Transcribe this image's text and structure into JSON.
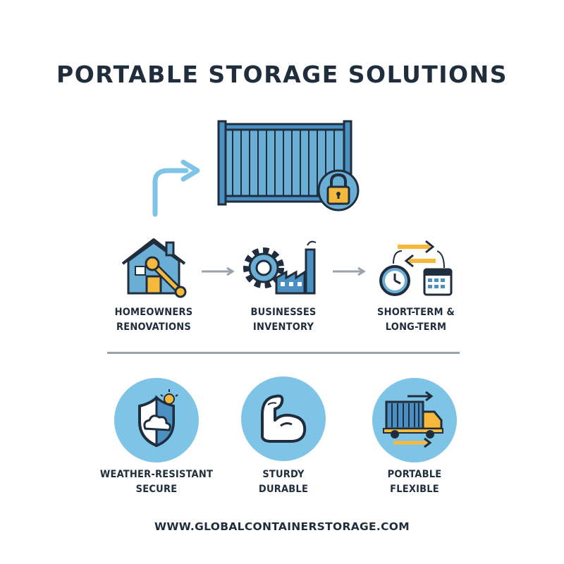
{
  "title": "PORTABLE STORAGE SOLUTIONS",
  "uses": [
    {
      "line1": "HOMEOWNERS",
      "line2": "RENOVATIONS",
      "icon": "house-wrench-icon"
    },
    {
      "line1": "BUSINESSES",
      "line2": "INVENTORY",
      "icon": "gear-factory-icon"
    },
    {
      "line1": "SHORT-TERM &",
      "line2": "LONG-TERM",
      "icon": "clock-calendar-icon"
    }
  ],
  "features": [
    {
      "line1": "WEATHER-RESISTANT",
      "line2": "SECURE",
      "icon": "shield-weather-icon"
    },
    {
      "line1": "STURDY",
      "line2": "DURABLE",
      "icon": "flexed-arm-icon"
    },
    {
      "line1": "PORTABLE",
      "line2": "FLEXIBLE",
      "icon": "truck-container-icon"
    }
  ],
  "footer": "WWW.GLOBALCONTAINERSTORAGE.COM",
  "colors": {
    "navy": "#1f2d3d",
    "blue": "#4a90c2",
    "light_blue": "#7ec4e6",
    "yellow": "#f6b93b",
    "gray": "#9aa3ab"
  }
}
